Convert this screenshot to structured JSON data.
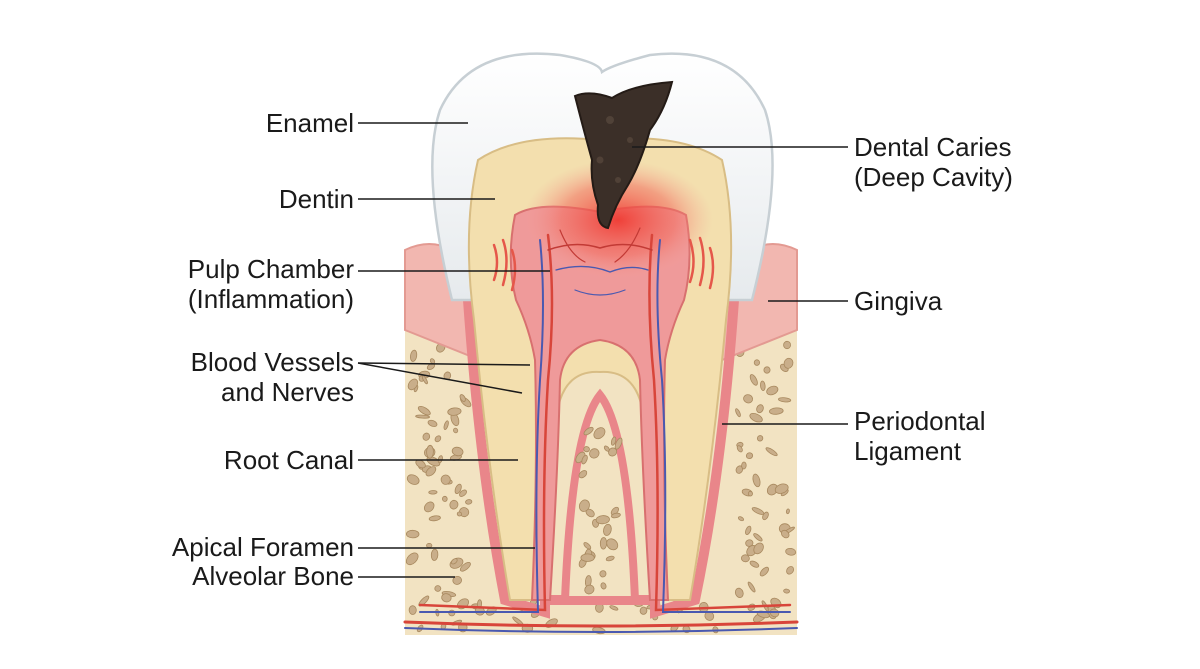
{
  "labels": {
    "enamel": "Enamel",
    "dentin": "Dentin",
    "pulp_chamber": [
      "Pulp Chamber",
      "(Inflammation)"
    ],
    "blood_vessels": [
      "Blood Vessels",
      "and Nerves"
    ],
    "root_canal": "Root Canal",
    "apical_foramen": "Apical Foramen",
    "alveolar_bone": "Alveolar Bone",
    "dental_caries": [
      "Dental Caries",
      "(Deep Cavity)"
    ],
    "gingiva": "Gingiva",
    "periodontal_ligament": [
      "Periodontal",
      "Ligament"
    ]
  },
  "colors": {
    "enamel": "#f4f6f7",
    "dentin": "#f3dfae",
    "pulp": "#ef9a9a",
    "inflammation": "#f0524a",
    "caries": "#3b2f28",
    "gingiva": "#f2b7b0",
    "bone": "#f2e3c2",
    "bone_pores": "#c9ae8a",
    "artery": "#d8453a",
    "vein": "#4a59b0",
    "ligament": "#e9868a"
  }
}
